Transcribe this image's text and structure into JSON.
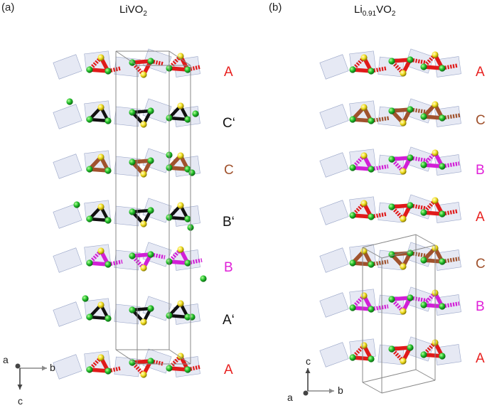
{
  "panels": [
    {
      "label": "(a)",
      "title": {
        "base_before": "LiVO",
        "sub": "2",
        "base_after": ""
      },
      "layers": [
        {
          "text": "A",
          "color": "#e8201f"
        },
        {
          "text": "C‘",
          "color": "#111111"
        },
        {
          "text": "C",
          "color": "#a0522d"
        },
        {
          "text": "B‘",
          "color": "#111111"
        },
        {
          "text": "B",
          "color": "#e020d8"
        },
        {
          "text": "A‘",
          "color": "#111111"
        },
        {
          "text": "A",
          "color": "#e8201f"
        }
      ],
      "axes": {
        "a": "a",
        "b": "b",
        "c": "c"
      }
    },
    {
      "label": "(b)",
      "title": {
        "base_before": "Li",
        "sub": "0.91",
        "base_after": "VO",
        "sub2": "2"
      },
      "layers": [
        {
          "text": "A",
          "color": "#e8201f"
        },
        {
          "text": "C",
          "color": "#a0522d"
        },
        {
          "text": "B",
          "color": "#e020d8"
        },
        {
          "text": "A",
          "color": "#e8201f"
        },
        {
          "text": "C",
          "color": "#a0522d"
        },
        {
          "text": "B",
          "color": "#e020d8"
        },
        {
          "text": "A",
          "color": "#e8201f"
        }
      ],
      "axes": {
        "a": "a",
        "b": "b",
        "c": "c"
      }
    }
  ],
  "colors": {
    "octahedra": "#c7cfe6",
    "li_atoms": "#22c02a",
    "o_atoms": "#f2e020",
    "bond_A": "#e01a1a",
    "bond_B": "#d21fd6",
    "bond_C": "#a0522d",
    "bond_prime": "#111111",
    "cell": "#888888"
  },
  "icons": [
    "axis-triad-icon",
    "unit-cell-icon"
  ]
}
